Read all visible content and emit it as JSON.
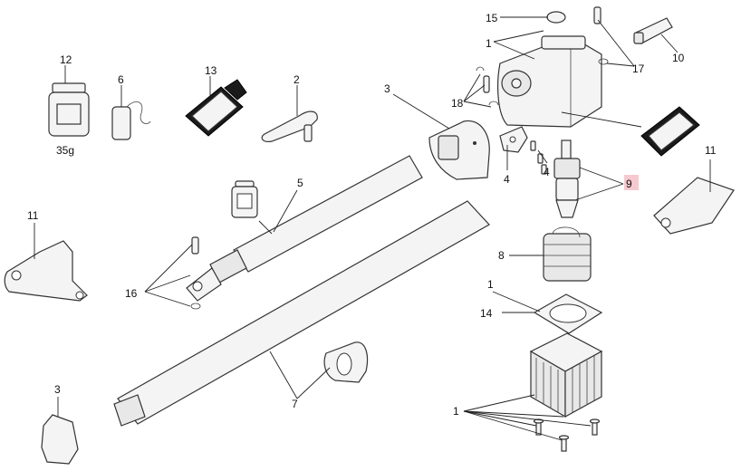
{
  "callouts": {
    "c15": "15",
    "c1a": "1",
    "c17": "17",
    "c10": "10",
    "c18": "18",
    "c12": "12",
    "c12w": "35g",
    "c6": "6",
    "c13": "13",
    "c2": "2",
    "c3a": "3",
    "c4a": "4",
    "c4b": "4",
    "c9": "9",
    "c11a": "11",
    "c5": "5",
    "c8": "8",
    "c11b": "11",
    "c16": "16",
    "c1b": "1",
    "c14": "14",
    "c7": "7",
    "c3b": "3",
    "c1c": "1"
  },
  "colors": {
    "highlight": "#f6c9cf",
    "line": "#333333",
    "tube": "#1a1a1a"
  }
}
